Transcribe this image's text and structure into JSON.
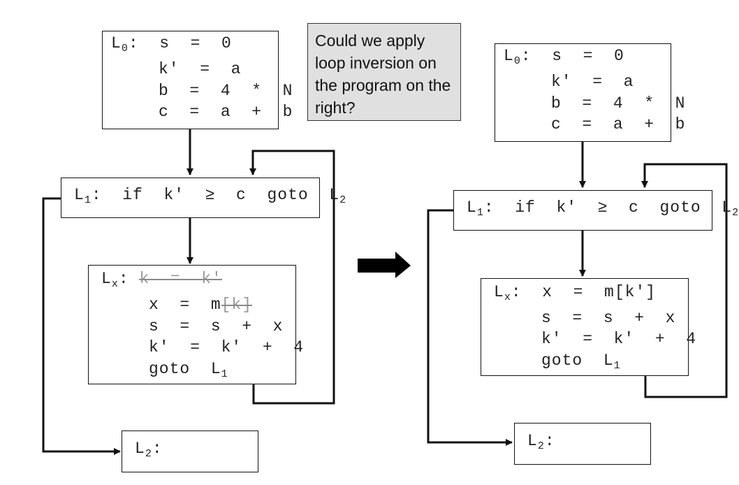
{
  "question": "Could we apply loop inversion on the program on the right?",
  "left_program": {
    "l0": {
      "label": "L",
      "label_sub": "0",
      "first": ":  s  =  0",
      "lines": [
        "k'  =  a",
        "b  =  4  *  N",
        "c  =  a  +  b"
      ]
    },
    "l1": {
      "label": "L",
      "label_sub": "1",
      "text": ":  if  k'  ≥  c  goto  L",
      "target_sub": "2"
    },
    "lx": {
      "label": "L",
      "label_sub": "x",
      "colon": ": ",
      "struck_line": "k  =  k'",
      "x_line_prefix": "x  =  m",
      "x_line_struck": "[k]",
      "lines": [
        "s  =  s  +  x",
        "k'  =  k'  +  4"
      ],
      "goto": "goto  L",
      "goto_sub": "1"
    },
    "l2": {
      "label": "L",
      "label_sub": "2",
      "text": ":"
    }
  },
  "right_program": {
    "l0": {
      "label": "L",
      "label_sub": "0",
      "first": ":  s  =  0",
      "lines": [
        "k'  =  a",
        "b  =  4  *  N",
        "c  =  a  +  b"
      ]
    },
    "l1": {
      "label": "L",
      "label_sub": "1",
      "text": ":  if  k'  ≥  c  goto  L",
      "target_sub": "2"
    },
    "lx": {
      "label": "L",
      "label_sub": "x",
      "first": ":  x  =  m[k']",
      "lines": [
        "s  =  s  +  x",
        "k'  =  k'  +  4"
      ],
      "goto": "goto  L",
      "goto_sub": "1"
    },
    "l2": {
      "label": "L",
      "label_sub": "2",
      "text": ":"
    }
  }
}
